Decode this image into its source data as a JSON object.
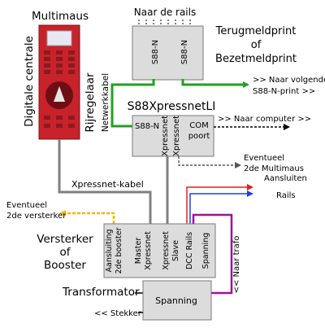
{
  "multimaus": {
    "title": "Multimaus",
    "side_label": "Digitale centrale",
    "rijregelaar": "Rijregelaar",
    "netwerkkabel": "Netwerkkabel"
  },
  "terugmeld": {
    "naar_de_rails": "Naar de rails",
    "title_line1": "Terugmeldprint",
    "title_line2": "of",
    "title_line3": "Bezetmeldprint",
    "port1": "S88-N",
    "port2": "S88-N",
    "naar_volgende_1": ">> Naar volgende",
    "naar_volgende_2": "S88-N-print >>"
  },
  "s88": {
    "title": "S88XpressnetLI",
    "s88n": "S88-N",
    "xpressnet1": "Xpressnet",
    "xpressnet2": "Xpressnet",
    "com_line1": "COM",
    "com_line2": "poort",
    "naar_computer": ">> Naar computer >>",
    "eventueel_1": "Eventueel",
    "eventueel_2": "2de Multimaus"
  },
  "versterker": {
    "xpressnet_kabel": "Xpressnet-kabel",
    "eventueel_1": "Eventueel",
    "eventueel_2": "2de versterker",
    "title_line1": "Versterker",
    "title_line2": "of",
    "title_line3": "Booster",
    "col1_a": "Aansluiting",
    "col1_b": "2de booster",
    "col2_a": "Master",
    "col2_b": "Xpressnet",
    "col3_a": "Xpressnet",
    "col3_b": "Slave",
    "col4": "DCC Rails",
    "col5": "Spanning",
    "aansluiten_1": "Aansluiten",
    "aansluiten_2": "Rails",
    "naar_trafo": "<< Naar trafo"
  },
  "transformator": {
    "title": "Transformator",
    "spanning": "Spanning",
    "stekker": "<< Stekker"
  },
  "colors": {
    "multimaus_red": "#c8222a",
    "box_gray": "#dcdcdc",
    "green": "#22a022",
    "cable_gray": "#808080",
    "orange": "#f0b800",
    "red": "#e02020",
    "blue": "#2040e0",
    "purple": "#a010a0"
  }
}
